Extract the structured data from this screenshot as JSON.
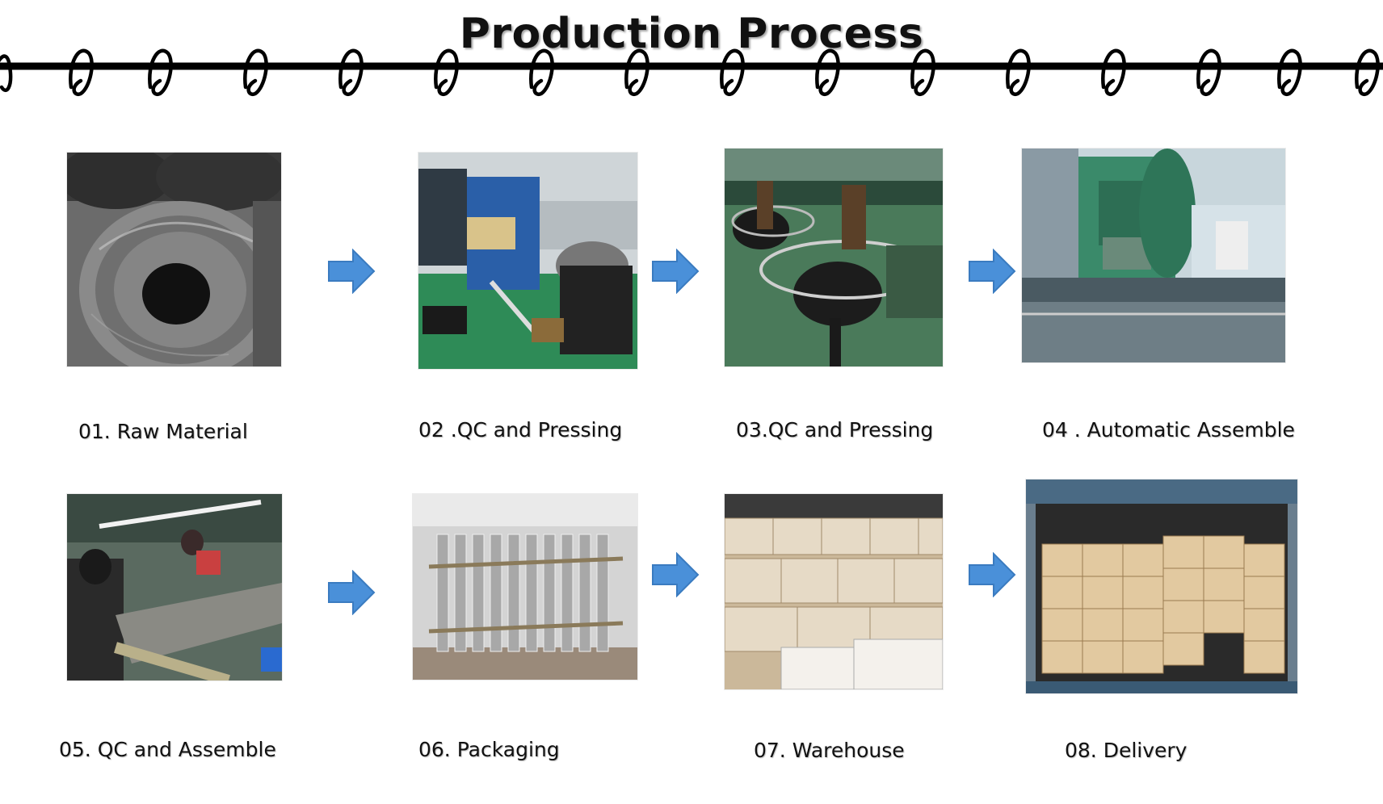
{
  "title": "Production Process",
  "steps": [
    {
      "label": "01. Raw Material"
    },
    {
      "label": "02 .QC and Pressing"
    },
    {
      "label": "03.QC and Pressing"
    },
    {
      "label": "04 . Automatic Assemble"
    },
    {
      "label": "05. QC and Assemble"
    },
    {
      "label": "06. Packaging"
    },
    {
      "label": "07. Warehouse"
    },
    {
      "label": "08. Delivery"
    }
  ],
  "colors": {
    "arrow": "#4a90d9",
    "arrow_edge": "#3a7bc0",
    "line": "#000000"
  },
  "icons": {
    "arrow": "right-arrow-icon",
    "decoration": "looped-wire-line"
  }
}
